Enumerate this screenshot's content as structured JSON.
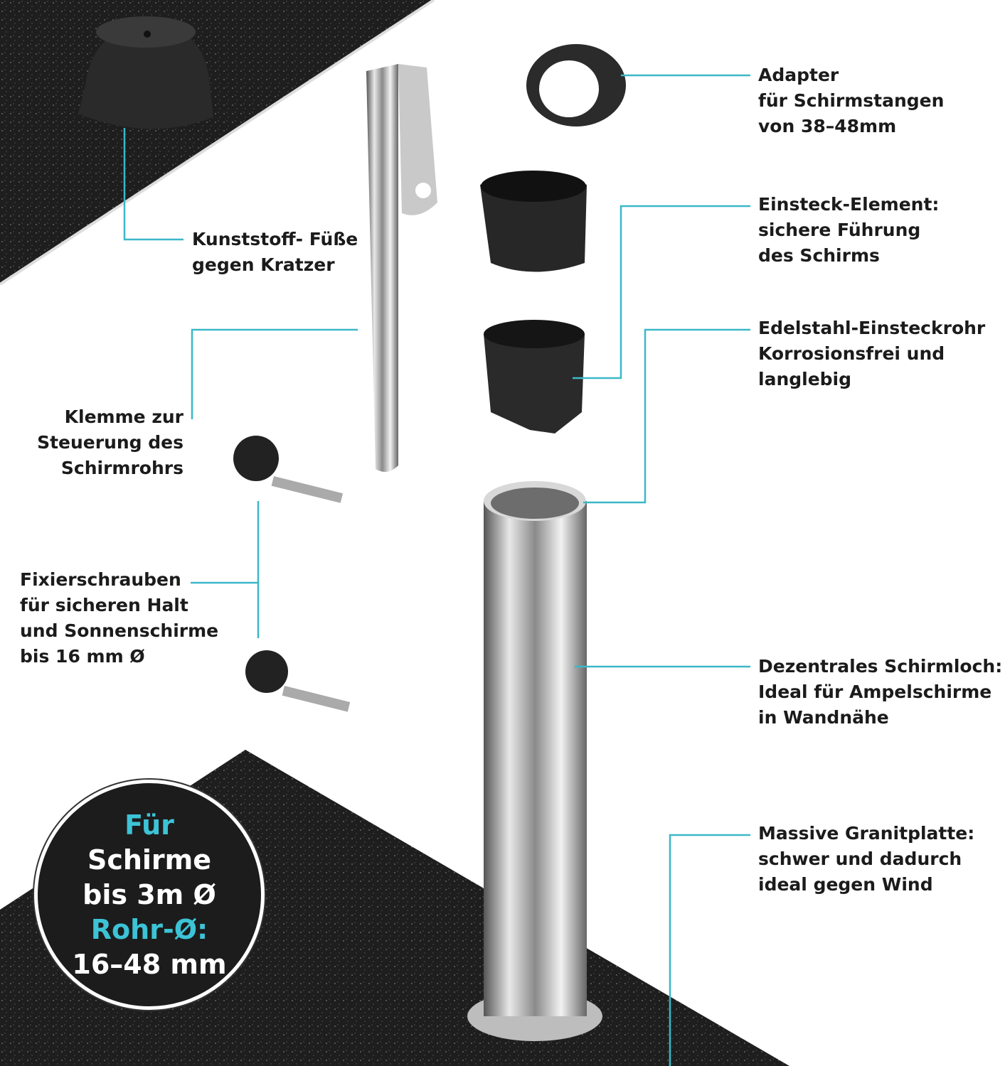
{
  "colors": {
    "accent": "#3bb8c8",
    "granite": "#1e1e1e"
  },
  "labels": {
    "adapter": [
      "Adapter",
      "für Schirmstangen",
      "von 38–48mm"
    ],
    "einsteck": [
      "Einsteck-Element:",
      "sichere Führung",
      "des Schirms"
    ],
    "edelstahl": [
      "Edelstahl-Einsteckrohr",
      "Korrosionsfrei und",
      "langlebig"
    ],
    "dezentral": [
      "Dezentrales Schirmloch:",
      "Ideal für Ampelschirme",
      "in Wandnähe"
    ],
    "granit": [
      "Massive Granitplatte:",
      "schwer und dadurch",
      "ideal gegen Wind"
    ],
    "fuesse": [
      "Kunststoff- Füße",
      "gegen Kratzer"
    ],
    "klemme": [
      "Klemme zur",
      "Steuerung des",
      "Schirmrohrs"
    ],
    "schrauben": [
      "Fixierschrauben",
      "für sicheren Halt",
      "und Sonnenschirme",
      "bis 16 mm Ø"
    ]
  },
  "badge": [
    "Für",
    "Schirme",
    "bis 3m Ø",
    "Rohr-Ø:",
    "16–48 mm"
  ]
}
